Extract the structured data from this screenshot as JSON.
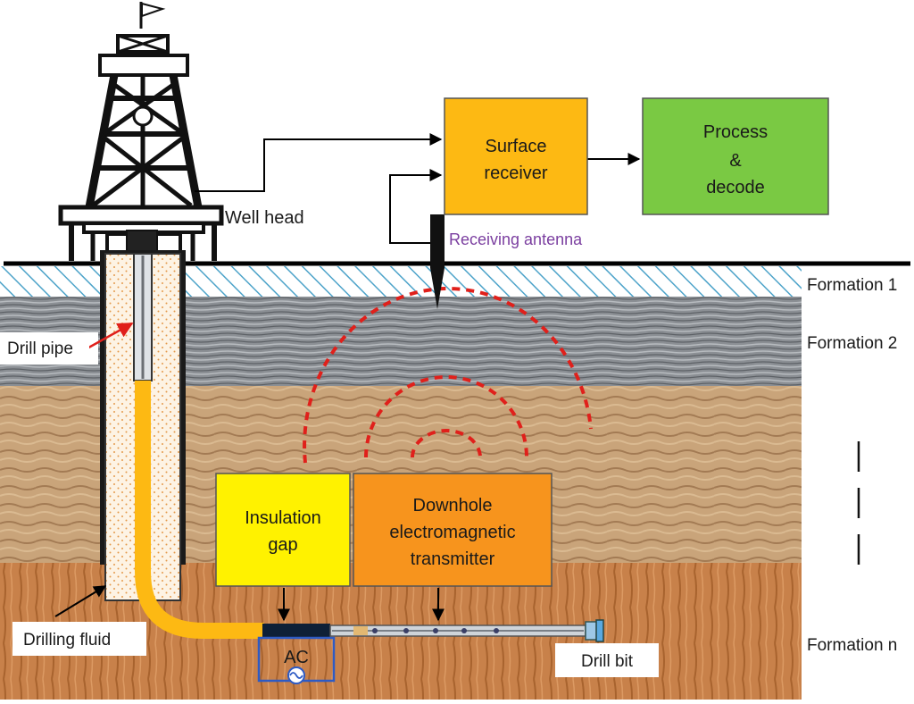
{
  "labels": {
    "well_head": "Well head",
    "receiving_antenna": "Receiving antenna",
    "drill_pipe": "Drill pipe",
    "drilling_fluid": "Drilling fluid",
    "drill_bit": "Drill bit",
    "ac_source": "AC"
  },
  "boxes": {
    "surface_receiver": [
      "Surface",
      "receiver"
    ],
    "process_decode": [
      "Process",
      "&",
      "decode"
    ],
    "insulation_gap": [
      "Insulation",
      "gap"
    ],
    "transmitter": [
      "Downhole",
      "electromagnetic",
      "transmitter"
    ]
  },
  "formations": {
    "f1": "Formation 1",
    "f2": "Formation 2",
    "fn": "Formation n"
  },
  "colors": {
    "surface_receiver": "#FDB913",
    "process_decode": "#7AC943",
    "insulation_gap": "#FFF200",
    "transmitter": "#F7941D",
    "drilling_fluid_line": "#FDB913",
    "em_wave": "#E0201B",
    "antenna_label": "#7B3FA0",
    "ac_circuit": "#2E5BC4"
  }
}
